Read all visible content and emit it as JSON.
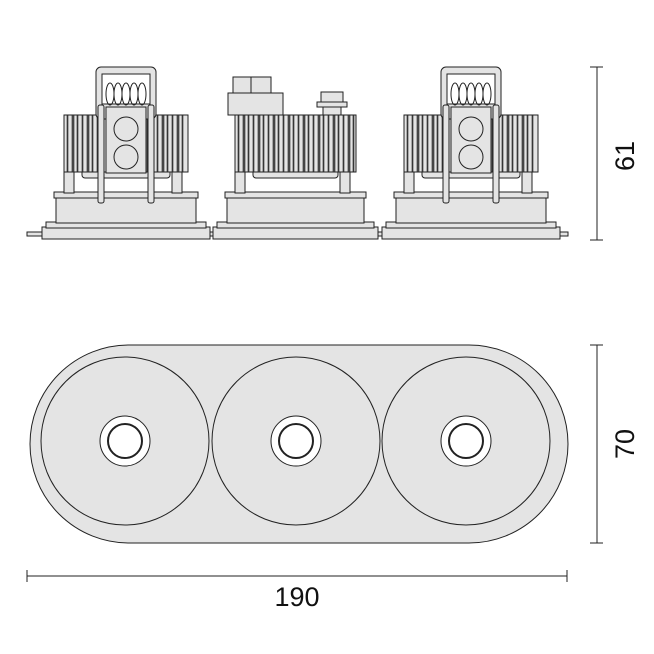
{
  "drawing": {
    "dimensions": {
      "height_side": "61",
      "height_top": "70",
      "width": "190"
    },
    "modules": 3,
    "colors": {
      "fill": "#e4e4e4",
      "line": "#222222"
    }
  }
}
